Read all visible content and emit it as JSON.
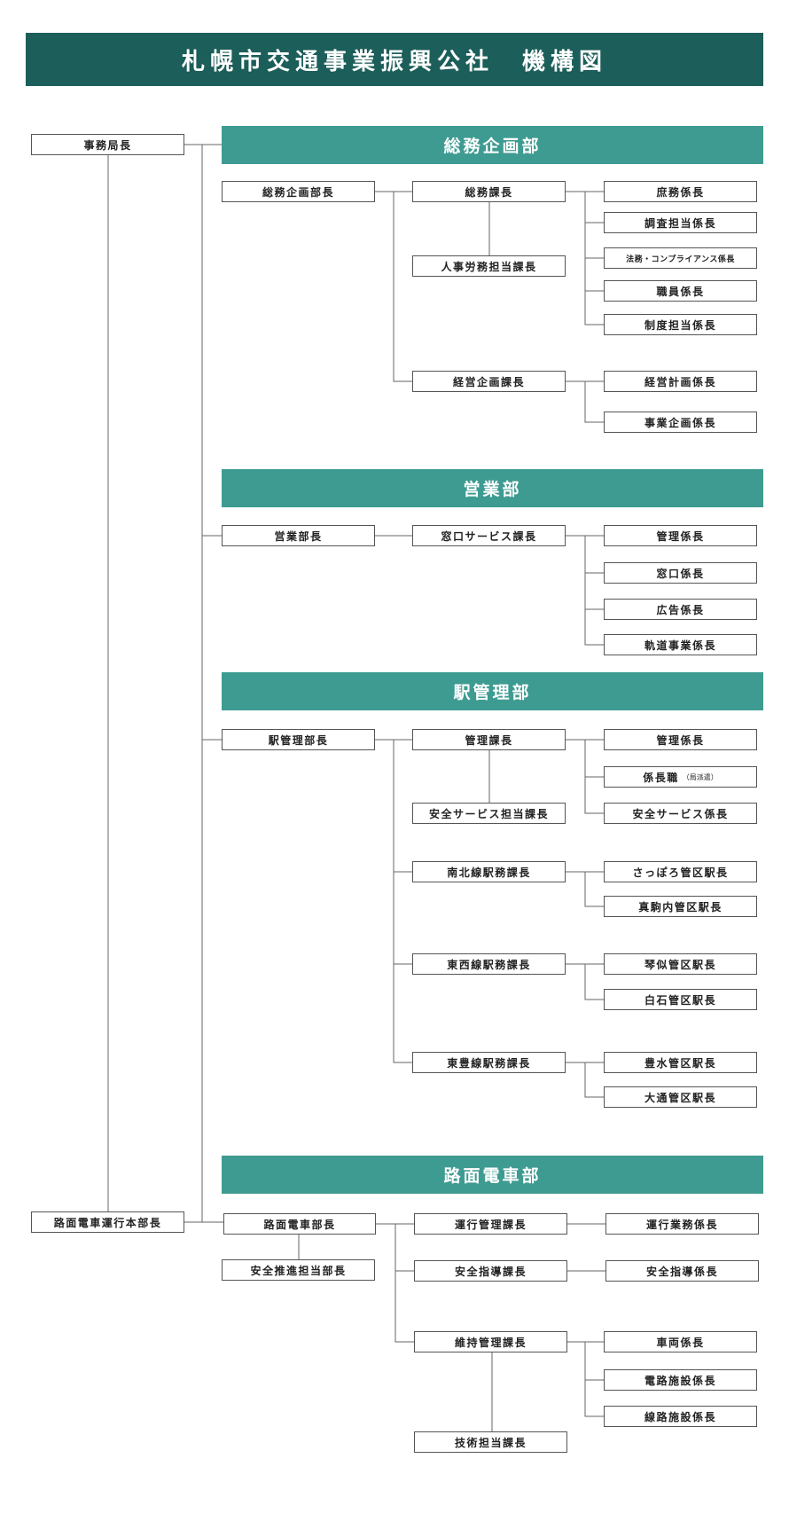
{
  "title": "札幌市交通事業振興公社　機構図",
  "departments": {
    "somu": "総務企画部",
    "eigyo": "営業部",
    "eki": "駅管理部",
    "romen": "路面電車部"
  },
  "positions": {
    "jimukyokucho": "事務局長",
    "romen_honbucho": "路面電車運行本部長",
    "somu_bucho": "総務企画部長",
    "somu_kacho": "総務課長",
    "jinji_kacho": "人事労務担当課長",
    "keiei_kacho": "経営企画課長",
    "shomu": "庶務係長",
    "chosa": "調査担当係長",
    "homu": "法務・コンプライアンス係長",
    "shokuin": "職員係長",
    "seido": "制度担当係長",
    "keiei_keikaku": "経営計画係長",
    "jigyo_kikaku": "事業企画係長",
    "eigyo_bucho": "営業部長",
    "madoguchi_kacho": "窓口サービス課長",
    "eigyo_kanri": "管理係長",
    "madoguchi": "窓口係長",
    "kokoku": "広告係長",
    "kido": "軌道事業係長",
    "eki_bucho": "駅管理部長",
    "kanri_kacho": "管理課長",
    "anzen_service_kacho": "安全サービス担当課長",
    "eki_kanri": "管理係長",
    "kakaricho_shoku": "係長職",
    "kakaricho_shoku_note": "（局派遣）",
    "anzen_service": "安全サービス係長",
    "nanboku_kacho": "南北線駅務課長",
    "sapporo": "さっぽろ管区駅長",
    "makomanai": "真駒内管区駅長",
    "tozai_kacho": "東西線駅務課長",
    "kotoni": "琴似管区駅長",
    "shiroishi": "白石管区駅長",
    "toho_kacho": "東豊線駅務課長",
    "hosui": "豊水管区駅長",
    "odori": "大通管区駅長",
    "romen_bucho": "路面電車部長",
    "anzen_suishin": "安全推進担当部長",
    "unko_kacho": "運行管理課長",
    "unko_gyomu": "運行業務係長",
    "anzen_shido_kacho": "安全指導課長",
    "anzen_shido": "安全指導係長",
    "iji_kacho": "維持管理課長",
    "sharyo": "車両係長",
    "denro": "電路施設係長",
    "senro": "線路施設係長",
    "gijutsu": "技術担当課長"
  }
}
